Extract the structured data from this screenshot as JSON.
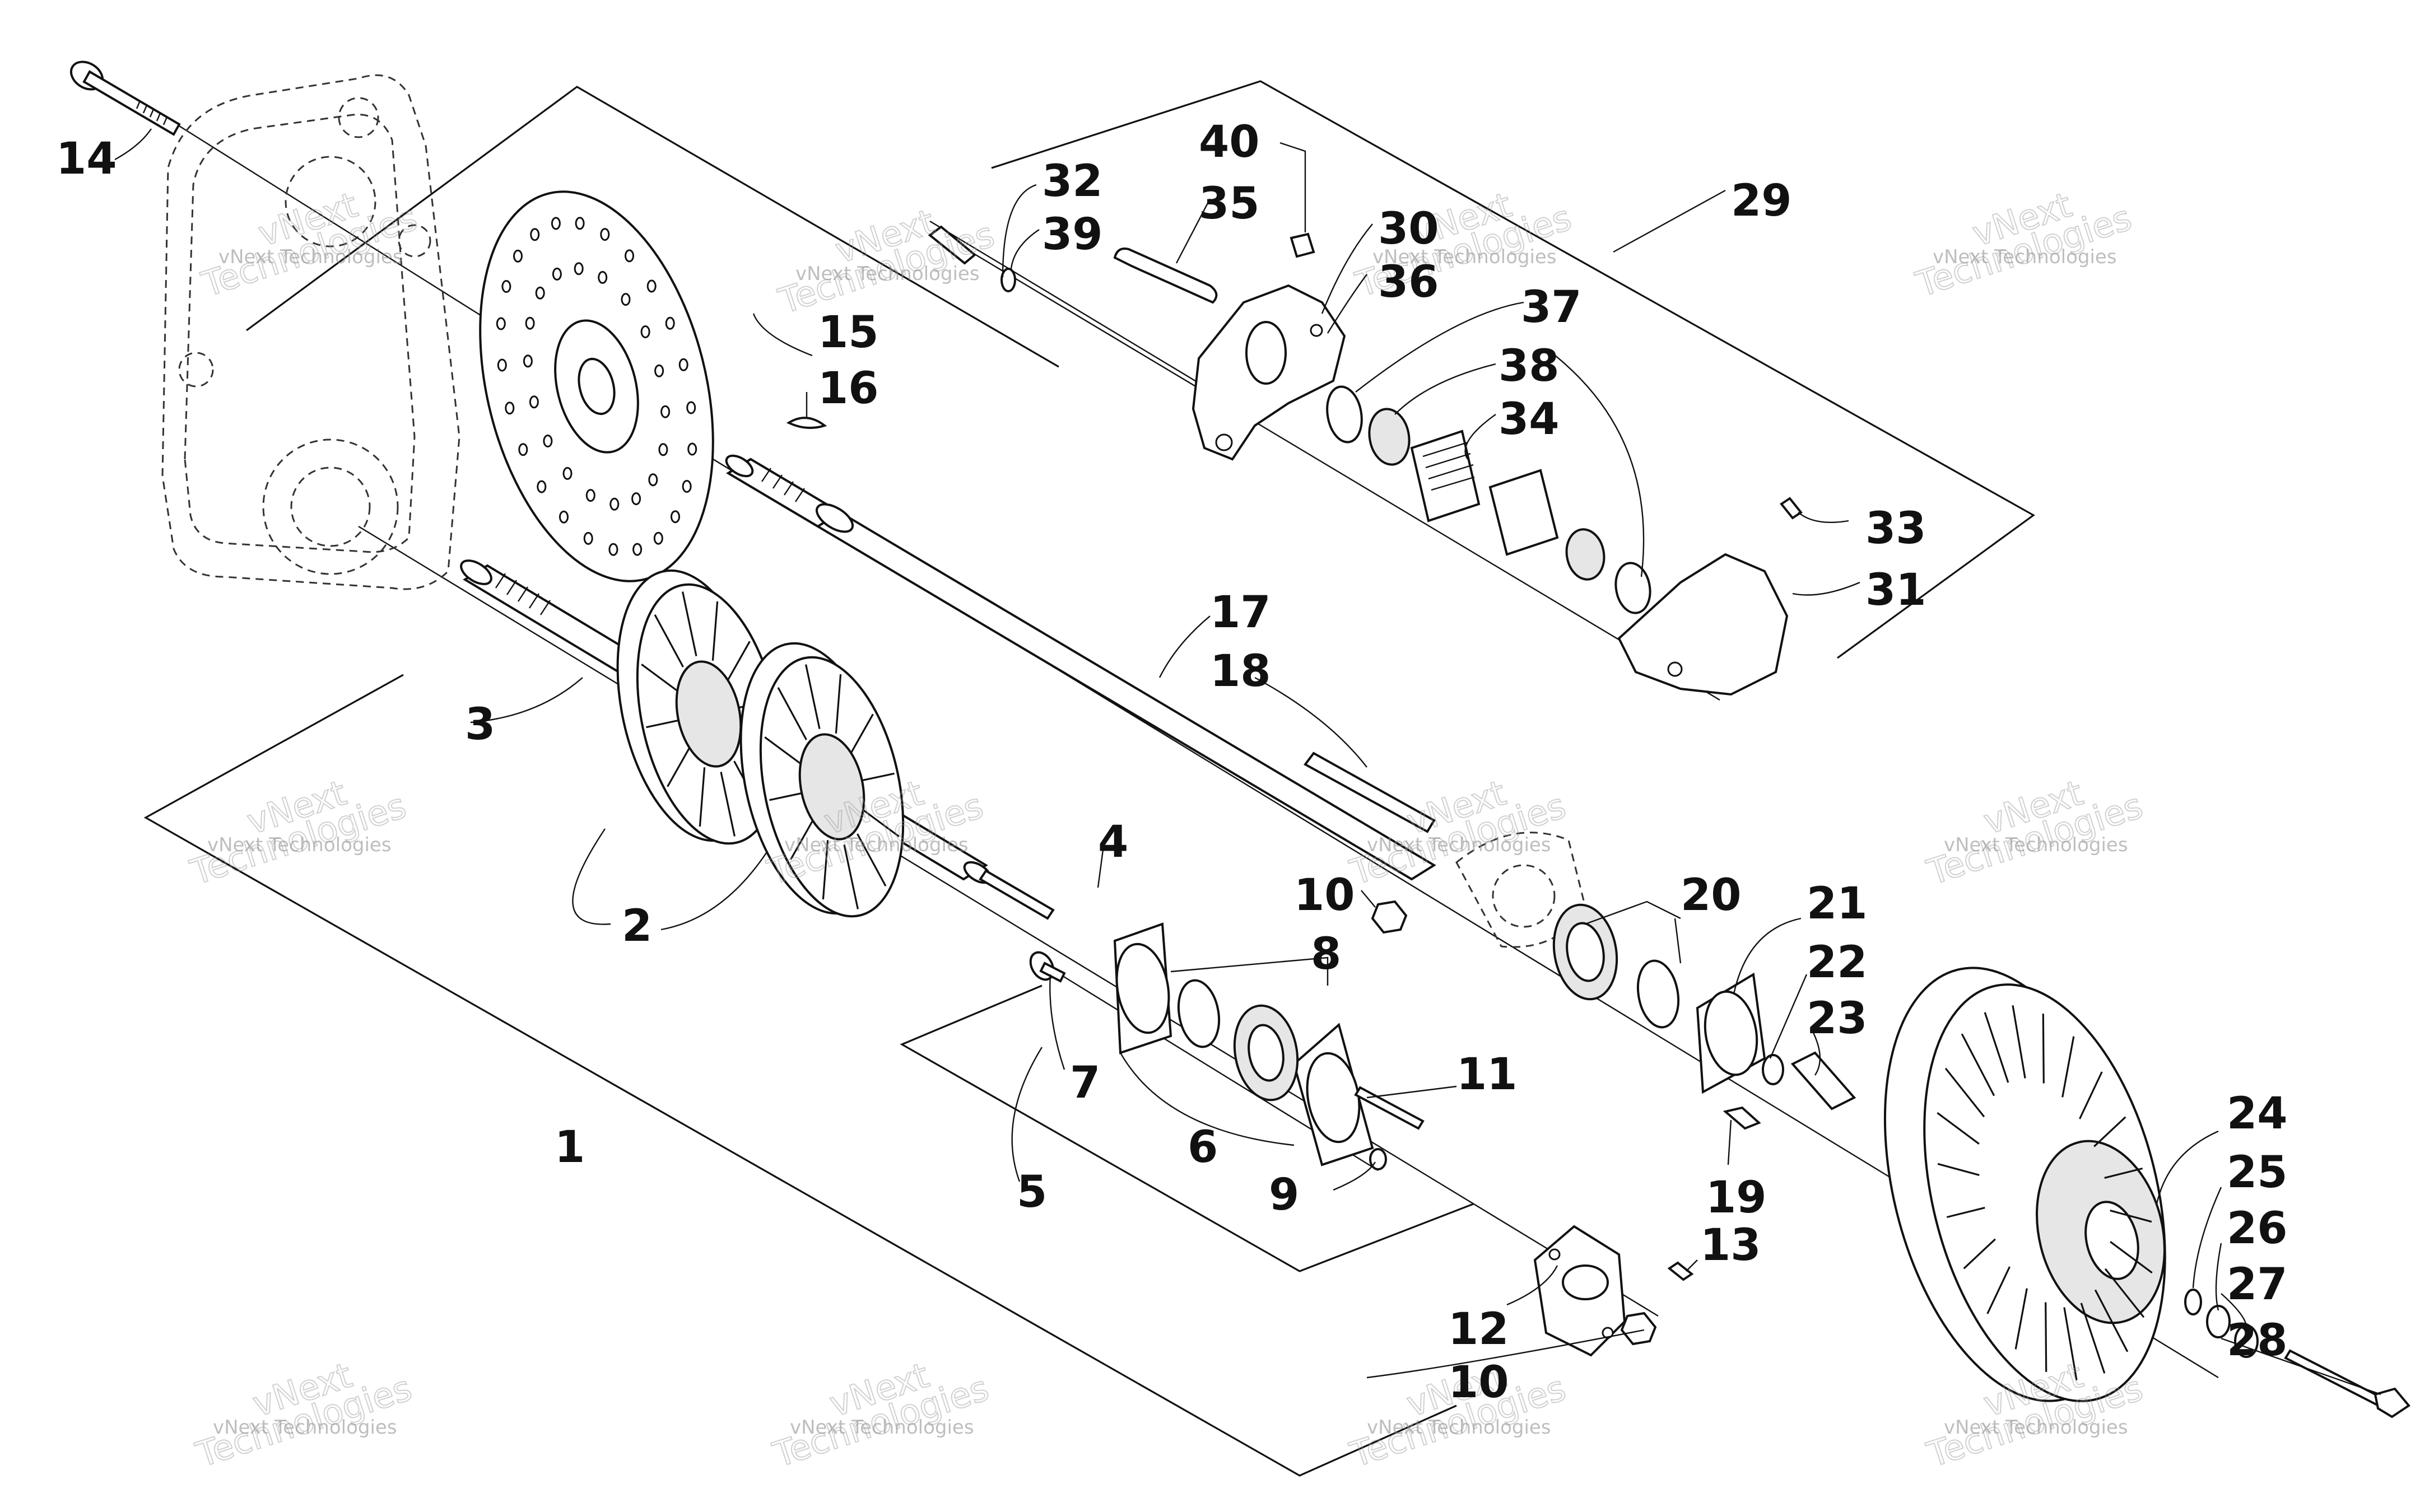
{
  "watermark": {
    "line1": "vNext Technologies",
    "line2": "vNext",
    "line3": "Technologies"
  },
  "callouts": {
    "c1": "1",
    "c2": "2",
    "c3": "3",
    "c4": "4",
    "c5": "5",
    "c6": "6",
    "c7": "7",
    "c8": "8",
    "c9": "9",
    "c10a": "10",
    "c10b": "10",
    "c11": "11",
    "c12": "12",
    "c13": "13",
    "c14": "14",
    "c15": "15",
    "c16": "16",
    "c17": "17",
    "c18": "18",
    "c19": "19",
    "c20": "20",
    "c21": "21",
    "c22": "22",
    "c23": "23",
    "c24": "24",
    "c25": "25",
    "c26": "26",
    "c27": "27",
    "c28": "28",
    "c29": "29",
    "c30": "30",
    "c31": "31",
    "c32": "32",
    "c33": "33",
    "c34": "34",
    "c35": "35",
    "c36": "36",
    "c37": "37",
    "c38": "38",
    "c39": "39",
    "c40": "40"
  }
}
